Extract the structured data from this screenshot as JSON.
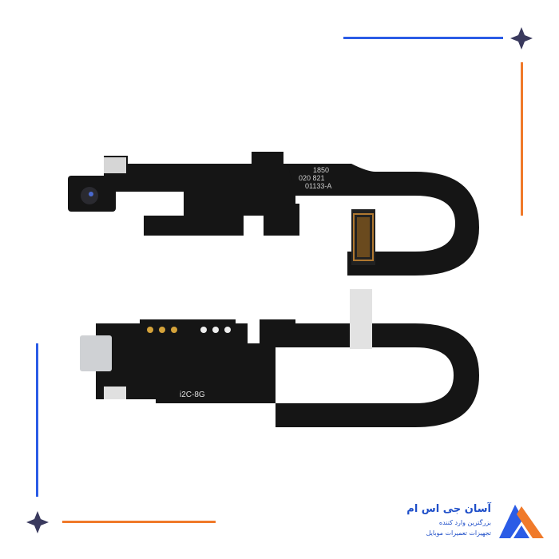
{
  "product": {
    "board_marking": [
      "1850",
      "020  821",
      "01133-A"
    ],
    "lower_label": "i2C-8G"
  },
  "logo": {
    "brand_name": "آسان جی اس ام",
    "tagline_1": "بزرگترین وارد کننده",
    "tagline_2": "تجهیزات تعمیرات موبایل"
  },
  "colors": {
    "blue": "#2b5ce6",
    "orange": "#f07a2a",
    "star": "#3a3a5e"
  }
}
